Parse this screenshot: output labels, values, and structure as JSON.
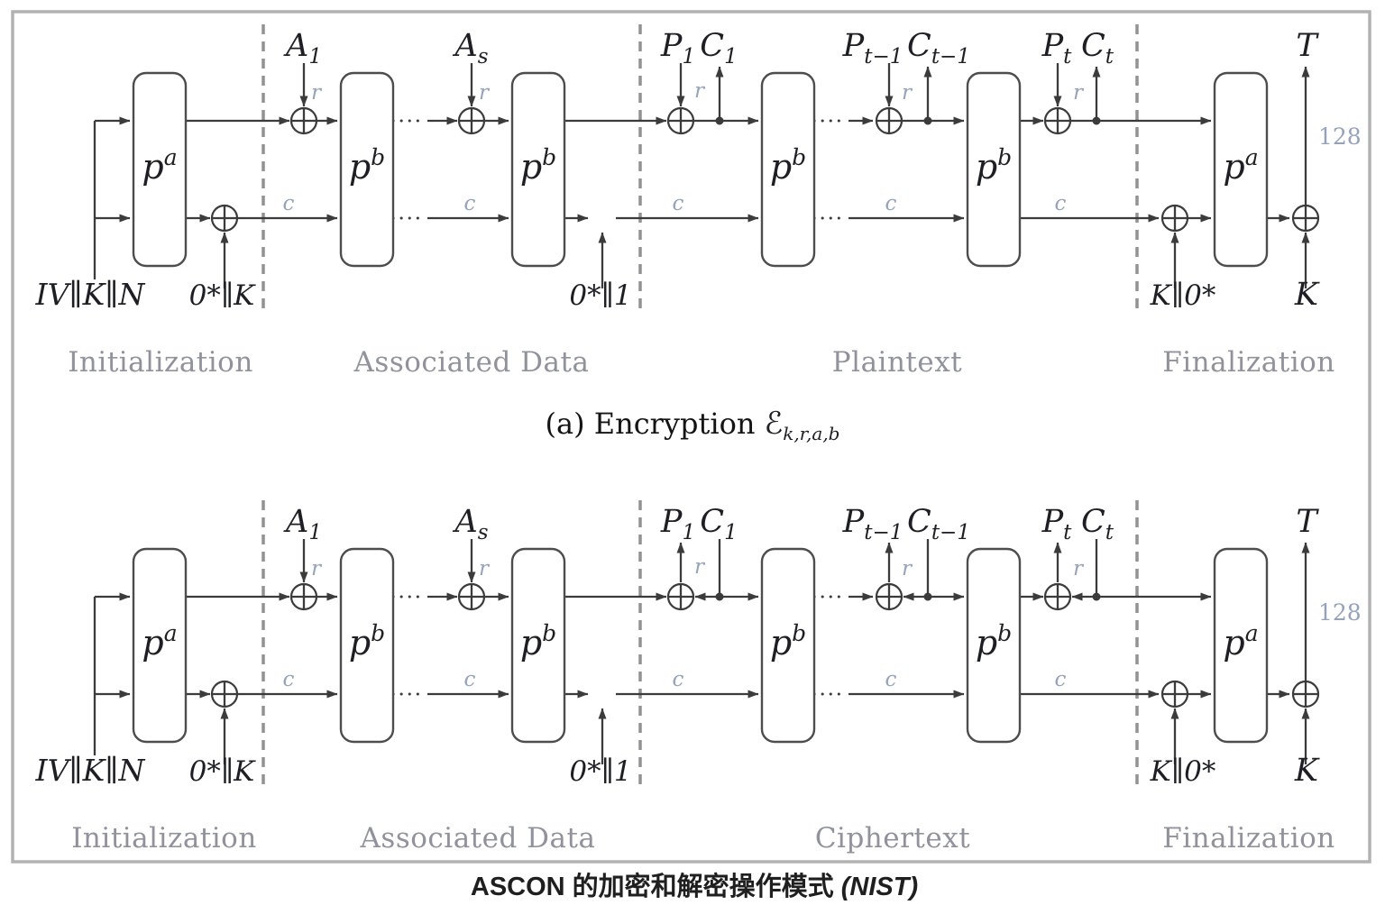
{
  "shared": {
    "r": "r",
    "c": "c",
    "bits": "128",
    "perm_base": "p",
    "perm_a": "a",
    "perm_b": "b"
  },
  "encryption": {
    "input": "IV∥K∥N",
    "init_key": "0*∥K",
    "a1_base": "A",
    "a1_sub": "1",
    "as_base": "A",
    "as_sub": "s",
    "pad": "0*∥1",
    "p1_base": "P",
    "p1_sub": "1",
    "c1_base": "C",
    "c1_sub": "1",
    "pt1_base": "P",
    "pt1_sub": "t−1",
    "ct1_base": "C",
    "ct1_sub": "t−1",
    "pt_base": "P",
    "pt_sub": "t",
    "ct_base": "C",
    "ct_sub": "t",
    "final_key": "K∥0*",
    "tag": "T",
    "key": "K",
    "sections": {
      "init": "Initialization",
      "ad": "Associated Data",
      "data": "Plaintext",
      "fin": "Finalization"
    },
    "caption": {
      "prefix": "(a) Encryption ",
      "symbol": "ℰ",
      "sub": "k,r,a,b"
    }
  },
  "decryption": {
    "input": "IV∥K∥N",
    "init_key": "0*∥K",
    "a1_base": "A",
    "a1_sub": "1",
    "as_base": "A",
    "as_sub": "s",
    "pad": "0*∥1",
    "p1_base": "P",
    "p1_sub": "1",
    "c1_base": "C",
    "c1_sub": "1",
    "pt1_base": "P",
    "pt1_sub": "t−1",
    "ct1_base": "C",
    "ct1_sub": "t−1",
    "pt_base": "P",
    "pt_sub": "t",
    "ct_base": "C",
    "ct_sub": "t",
    "final_key": "K∥0*",
    "tag": "T",
    "key": "K",
    "sections": {
      "init": "Initialization",
      "ad": "Associated Data",
      "data": "Ciphertext",
      "fin": "Finalization"
    }
  },
  "caption": {
    "title": "ASCON 的加密和解密操作模式 ",
    "source": "(NIST)"
  }
}
